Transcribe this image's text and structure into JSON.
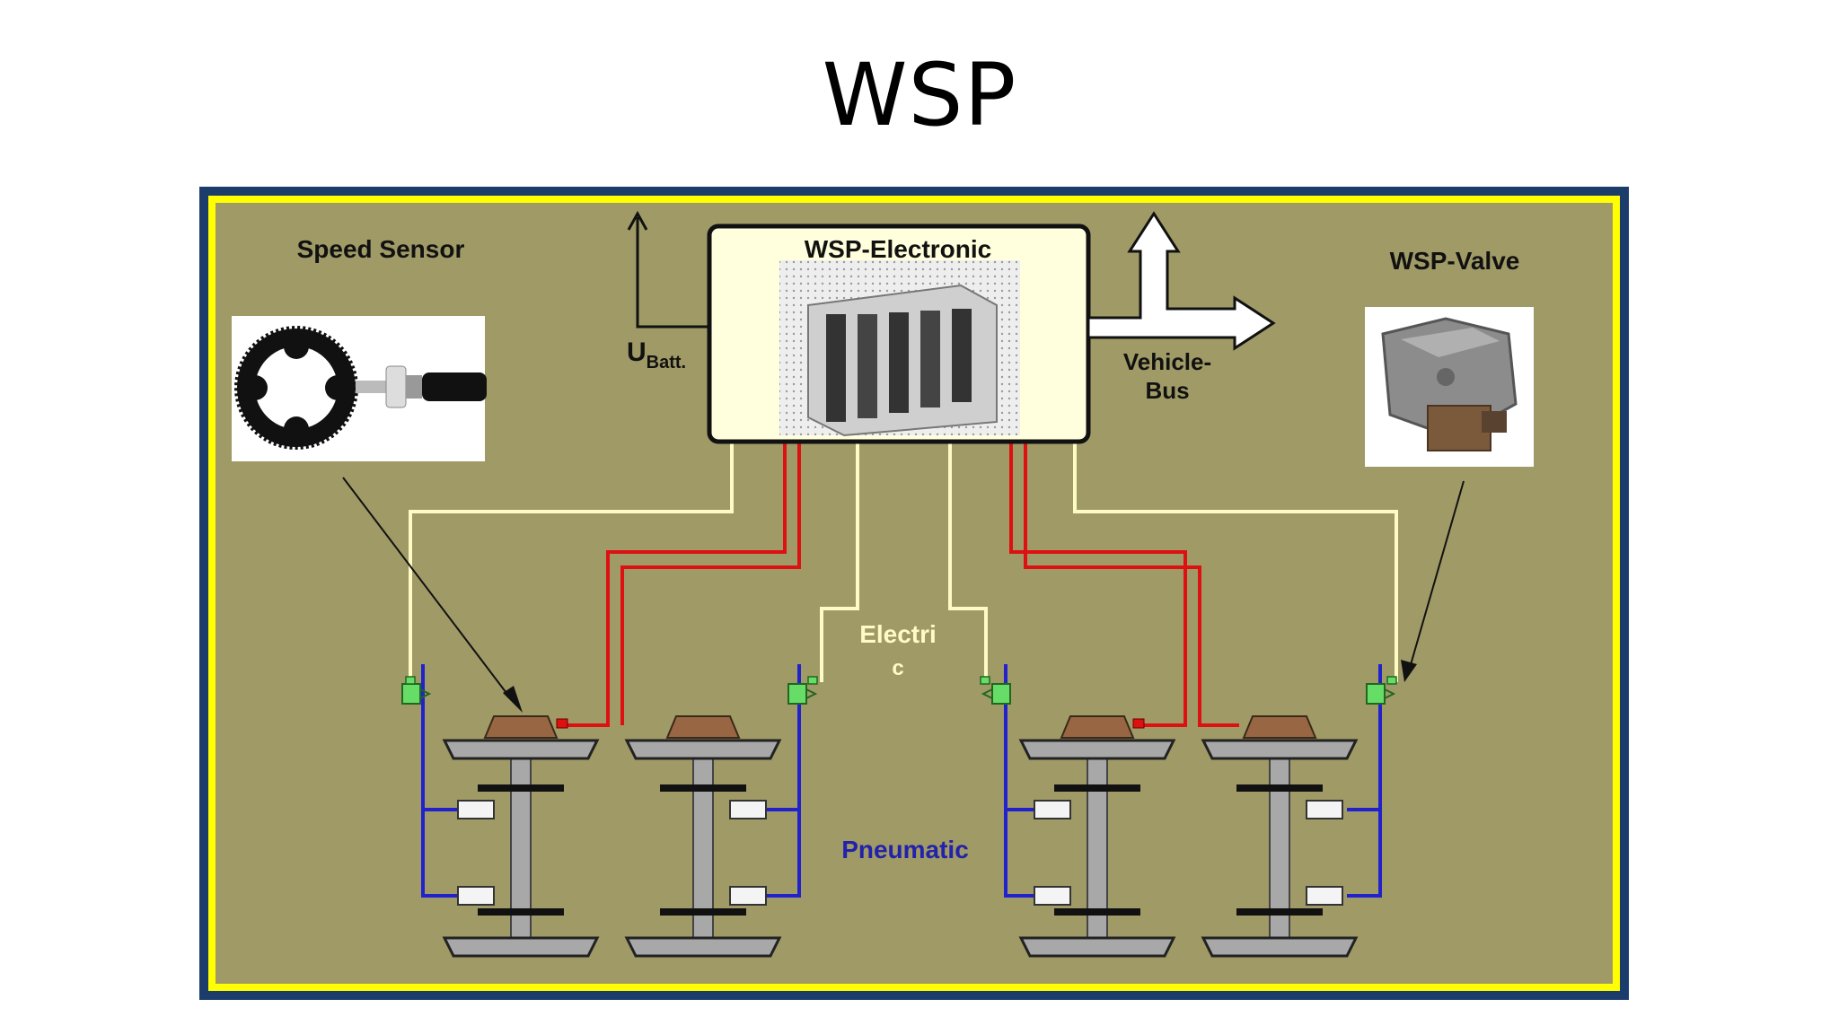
{
  "slide": {
    "title": "WSP"
  },
  "diagram": {
    "controller_label": "WSP-Electronic",
    "speed_sensor_label": "Speed Sensor",
    "valve_label": "WSP-Valve",
    "battery_label_main": "U",
    "battery_label_sub": "Batt.",
    "bus_label_line1": "Vehicle-",
    "bus_label_line2": "Bus",
    "electric_label_line1": "Electri",
    "electric_label_line2": "c",
    "pneumatic_label": "Pneumatic"
  },
  "colors": {
    "panel_bg": "#a09a66",
    "panel_border": "#ffff00",
    "frame": "#1c3d6b",
    "electric_wire": "#fffbc4",
    "signal_wire": "#dd1111",
    "pneumatic_pipe": "#2222cc",
    "valve": "#66dd66",
    "brake": "#996644",
    "wheel": "#a8a8a8",
    "controller_box": "#ffffdd"
  }
}
